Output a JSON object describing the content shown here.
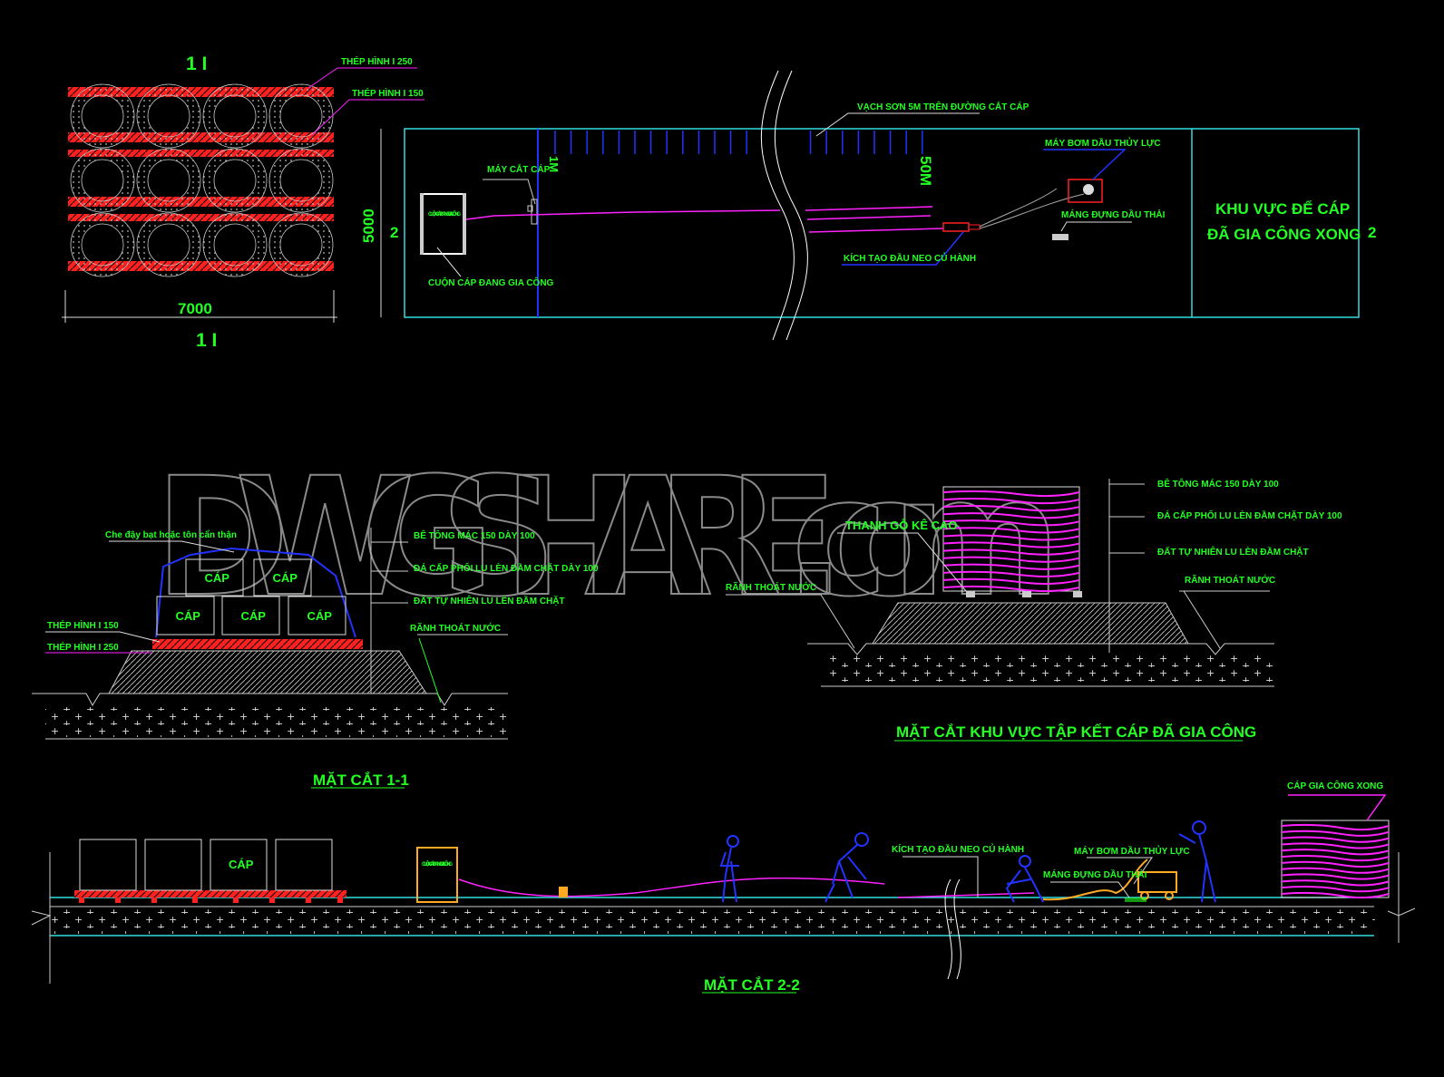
{
  "colors": {
    "background": "#000000",
    "text": "#22ff22",
    "steel": "#ff2020",
    "cable": "#ff22ff",
    "boundary": "#33dddd",
    "marker": "#2233ff",
    "worker": "#2233ff",
    "pump": "#ffaa22"
  },
  "plan_11": {
    "section_mark_top": "1 I",
    "section_mark_bottom": "1 I",
    "width_dim": "7000",
    "label_i250": "THÉP HÌNH I 250",
    "label_i150": "THÉP HÌNH I 150"
  },
  "plan_main": {
    "height_dim": "5000",
    "section_mark_left": "2",
    "section_mark_right": "2",
    "paint_marks": "VẠCH SƠN 5M TRÊN ĐƯỜNG CẮT CÁP",
    "cutter": "MÁY CẮT CÁP",
    "mark_1m": "1M",
    "mark_50m": "50M",
    "reel_inner": "CUỘN CÁP ĐANG GIA CÔNG",
    "reel_label": "CUỘN CÁP ĐANG GIA CÔNG",
    "pump": "MÁY BƠM DẦU THỦY LỰC",
    "oil_tray": "MÁNG ĐỰNG DẦU THẢI",
    "jack": "KÍCH TẠO ĐẦU NEO CỦ HÀNH",
    "zone_line1": "KHU VỰC ĐỂ CÁP",
    "zone_line2": "ĐÃ GIA CÔNG XONG"
  },
  "section_11": {
    "title": "MẶT CẮT 1-1",
    "cover": "Che đậy bạt hoặc tôn cẩn thận",
    "concrete": "BÊ TÔNG MÁC 150 DÀY 100",
    "gravel": "ĐÁ CẤP PHỐI LU LÈN ĐẦM CHẶT DÀY 100",
    "soil": "ĐẤT TỰ NHIÊN LU LÈN ĐẦM CHẶT",
    "drain": "RÃNH THOÁT NƯỚC",
    "i150": "THÉP HÌNH I 150",
    "i250": "THÉP HÌNH I 250",
    "box_label": "CÁP"
  },
  "section_yard": {
    "title": "MẶT CẮT KHU VỰC TẬP KẾT CÁP ĐÃ GIA CÔNG",
    "timber": "THANH GỖ KÊ CAO",
    "drain": "RÃNH THOÁT NƯỚC",
    "concrete": "BÊ TÔNG MÁC 150 DÀY 100",
    "gravel": "ĐÁ CẤP PHỐI LU LÈN ĐẦM CHẶT DÀY 100",
    "soil": "ĐẤT TỰ NHIÊN LU LÈN ĐẦM CHẶT",
    "drain_right": "RÃNH THOÁT NƯỚC"
  },
  "section_22": {
    "title": "MẶT CẮT 2-2",
    "box_label": "CÁP",
    "reel_inner": "CUỘN CÁP ĐANG GIA CÔNG",
    "jack": "KÍCH TẠO ĐẦU NEO CỦ HÀNH",
    "pump": "MÁY BƠM DẦU THỦY LỰC",
    "oil_tray": "MÁNG ĐỰNG DẦU THẢI",
    "finished": "CÁP GIA CÔNG XONG"
  },
  "watermark": "DWGSHARE.com"
}
